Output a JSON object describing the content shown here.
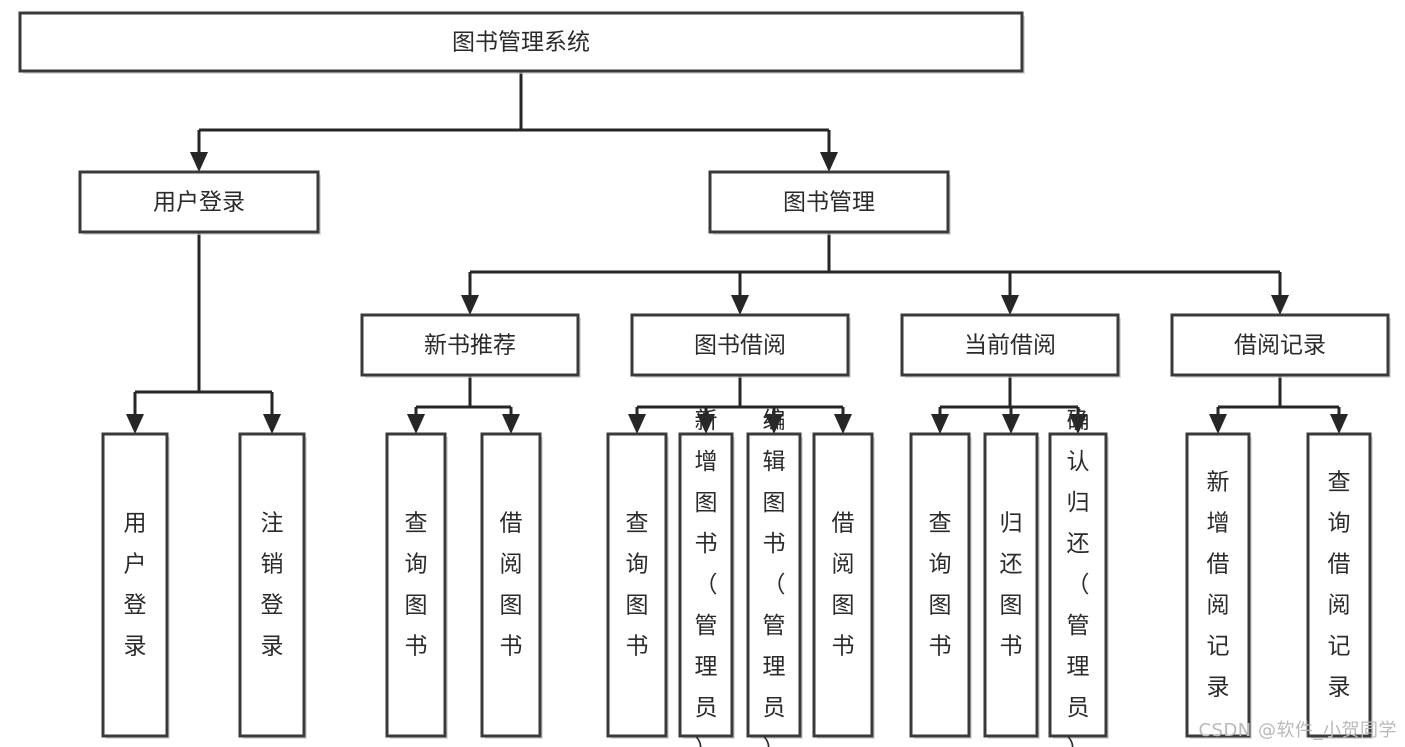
{
  "diagram": {
    "type": "tree-hierarchy-chart",
    "title": "图书管理系统",
    "orientation": "top-down",
    "colors": {
      "box_fill": "#ffffff",
      "box_stroke": "#3a3a3a",
      "connector": "#262626",
      "text": "#2b2b2b",
      "watermark": "#b9b9b9"
    },
    "root": {
      "id": "root",
      "label": "图书管理系统",
      "orient": "horizontal"
    },
    "level2": [
      {
        "id": "user-login",
        "label": "用户登录",
        "orient": "horizontal"
      },
      {
        "id": "book-manage",
        "label": "图书管理",
        "orient": "horizontal"
      }
    ],
    "level3": [
      {
        "id": "new-book-recommend",
        "label": "新书推荐",
        "orient": "horizontal",
        "parent": "book-manage"
      },
      {
        "id": "book-borrow",
        "label": "图书借阅",
        "orient": "horizontal",
        "parent": "book-manage"
      },
      {
        "id": "current-borrow",
        "label": "当前借阅",
        "orient": "horizontal",
        "parent": "book-manage"
      },
      {
        "id": "borrow-record",
        "label": "借阅记录",
        "orient": "horizontal",
        "parent": "book-manage"
      }
    ],
    "leaves": {
      "user-login": [
        {
          "id": "leaf-user-login",
          "label": "用户登录",
          "orient": "vertical"
        },
        {
          "id": "leaf-user-logout",
          "label": "注销登录",
          "orient": "vertical"
        }
      ],
      "new-book-recommend": [
        {
          "id": "leaf-query-book-1",
          "label": "查询图书",
          "orient": "vertical"
        },
        {
          "id": "leaf-borrow-book-1",
          "label": "借阅图书",
          "orient": "vertical"
        }
      ],
      "book-borrow": [
        {
          "id": "leaf-query-book-2",
          "label": "查询图书",
          "orient": "vertical"
        },
        {
          "id": "leaf-add-book",
          "label": "新增图书（管理员）",
          "orient": "vertical"
        },
        {
          "id": "leaf-edit-book",
          "label": "编辑图书（管理员）",
          "orient": "vertical"
        },
        {
          "id": "leaf-borrow-book-2",
          "label": "借阅图书",
          "orient": "vertical"
        }
      ],
      "current-borrow": [
        {
          "id": "leaf-query-book-3",
          "label": "查询图书",
          "orient": "vertical"
        },
        {
          "id": "leaf-return-book",
          "label": "归还图书",
          "orient": "vertical"
        },
        {
          "id": "leaf-confirm-return",
          "label": "确认归还（管理员）",
          "orient": "vertical"
        }
      ],
      "borrow-record": [
        {
          "id": "leaf-add-record",
          "label": "新增借阅记录",
          "orient": "vertical"
        },
        {
          "id": "leaf-query-record",
          "label": "查询借阅记录",
          "orient": "vertical"
        }
      ]
    }
  },
  "watermark": {
    "text": "CSDN @软件_小贺同学"
  }
}
